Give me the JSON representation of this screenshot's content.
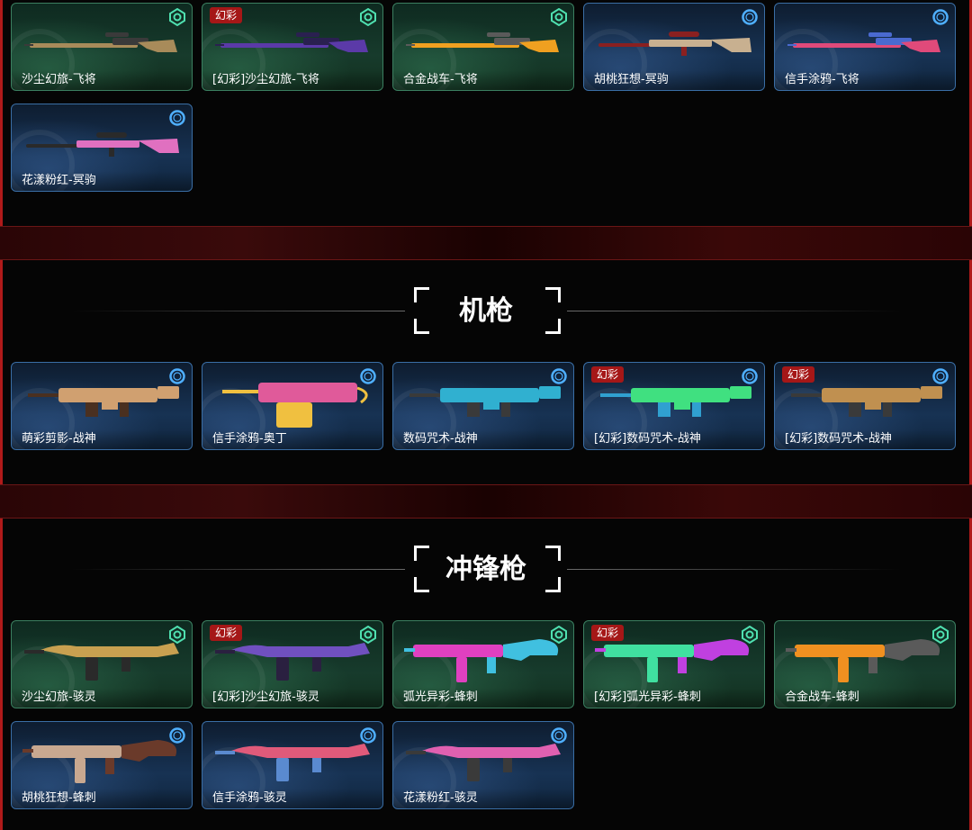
{
  "sections": [
    {
      "title": "",
      "cards": [
        {
          "name": "沙尘幻旅-飞将",
          "badge": "",
          "theme": "green",
          "rarity_icon": "hex-ring-icon",
          "gun": "rifle",
          "colors": [
            "#a88b5a",
            "#3a3a3a"
          ]
        },
        {
          "name": "[幻彩]沙尘幻旅-飞将",
          "badge": "幻彩",
          "theme": "green",
          "rarity_icon": "hex-ring-icon",
          "gun": "rifle",
          "colors": [
            "#5b3aa8",
            "#2a2050"
          ]
        },
        {
          "name": "合金战车-飞将",
          "badge": "",
          "theme": "green",
          "rarity_icon": "hex-ring-icon",
          "gun": "rifle",
          "colors": [
            "#f0a020",
            "#5a5a5a"
          ]
        },
        {
          "name": "胡桃狂想-冥驹",
          "badge": "",
          "theme": "blue",
          "rarity_icon": "ring-icon",
          "gun": "sniper",
          "colors": [
            "#c8b090",
            "#8a2020"
          ]
        },
        {
          "name": "信手涂鸦-飞将",
          "badge": "",
          "theme": "blue",
          "rarity_icon": "ring-icon",
          "gun": "rifle",
          "colors": [
            "#e04a7a",
            "#4a6ad0"
          ]
        },
        {
          "name": "花漾粉红-冥驹",
          "badge": "",
          "theme": "blue",
          "rarity_icon": "ring-icon",
          "gun": "sniper",
          "colors": [
            "#e070c0",
            "#2a2a2a"
          ]
        }
      ]
    },
    {
      "title": "机枪",
      "cards": [
        {
          "name": "萌彩剪影-战神",
          "badge": "",
          "theme": "blue",
          "rarity_icon": "ring-icon",
          "gun": "mg",
          "colors": [
            "#d0a070",
            "#4a3020"
          ]
        },
        {
          "name": "信手涂鸦-奥丁",
          "badge": "",
          "theme": "blue",
          "rarity_icon": "ring-icon",
          "gun": "heavy",
          "colors": [
            "#e05a9a",
            "#f0c040"
          ]
        },
        {
          "name": "数码咒术-战神",
          "badge": "",
          "theme": "blue",
          "rarity_icon": "ring-icon",
          "gun": "mg",
          "colors": [
            "#30b0d0",
            "#3a3a3a"
          ]
        },
        {
          "name": "[幻彩]数码咒术-战神",
          "badge": "幻彩",
          "theme": "blue",
          "rarity_icon": "ring-icon",
          "gun": "mg",
          "colors": [
            "#40e080",
            "#30a0d0"
          ]
        },
        {
          "name": "[幻彩]数码咒术-战神",
          "badge": "幻彩",
          "theme": "blue",
          "rarity_icon": "ring-icon",
          "gun": "mg",
          "colors": [
            "#c09050",
            "#3a3a3a"
          ]
        }
      ]
    },
    {
      "title": "冲锋枪",
      "cards": [
        {
          "name": "沙尘幻旅-骇灵",
          "badge": "",
          "theme": "green",
          "rarity_icon": "hex-ring-icon",
          "gun": "smg",
          "colors": [
            "#c8a050",
            "#2a2a2a"
          ]
        },
        {
          "name": "[幻彩]沙尘幻旅-骇灵",
          "badge": "幻彩",
          "theme": "green",
          "rarity_icon": "hex-ring-icon",
          "gun": "smg",
          "colors": [
            "#7050c0",
            "#2a2040"
          ]
        },
        {
          "name": "弧光异彩-蜂刺",
          "badge": "",
          "theme": "green",
          "rarity_icon": "hex-ring-icon",
          "gun": "smg2",
          "colors": [
            "#e040c0",
            "#40c0e0"
          ]
        },
        {
          "name": "[幻彩]弧光异彩-蜂刺",
          "badge": "幻彩",
          "theme": "green",
          "rarity_icon": "hex-ring-icon",
          "gun": "smg2",
          "colors": [
            "#40e0a0",
            "#c040e0"
          ]
        },
        {
          "name": "合金战车-蜂刺",
          "badge": "",
          "theme": "green",
          "rarity_icon": "hex-ring-icon",
          "gun": "smg2",
          "colors": [
            "#f09020",
            "#5a5a5a"
          ]
        },
        {
          "name": "胡桃狂想-蜂刺",
          "badge": "",
          "theme": "blue",
          "rarity_icon": "ring-icon",
          "gun": "smg2",
          "colors": [
            "#c8a890",
            "#6a3a2a"
          ]
        },
        {
          "name": "信手涂鸦-骇灵",
          "badge": "",
          "theme": "blue",
          "rarity_icon": "ring-icon",
          "gun": "smg",
          "colors": [
            "#e05a7a",
            "#5a8ad0"
          ]
        },
        {
          "name": "花漾粉红-骇灵",
          "badge": "",
          "theme": "blue",
          "rarity_icon": "ring-icon",
          "gun": "smg",
          "colors": [
            "#e060b0",
            "#3a3a3a"
          ]
        }
      ]
    }
  ]
}
